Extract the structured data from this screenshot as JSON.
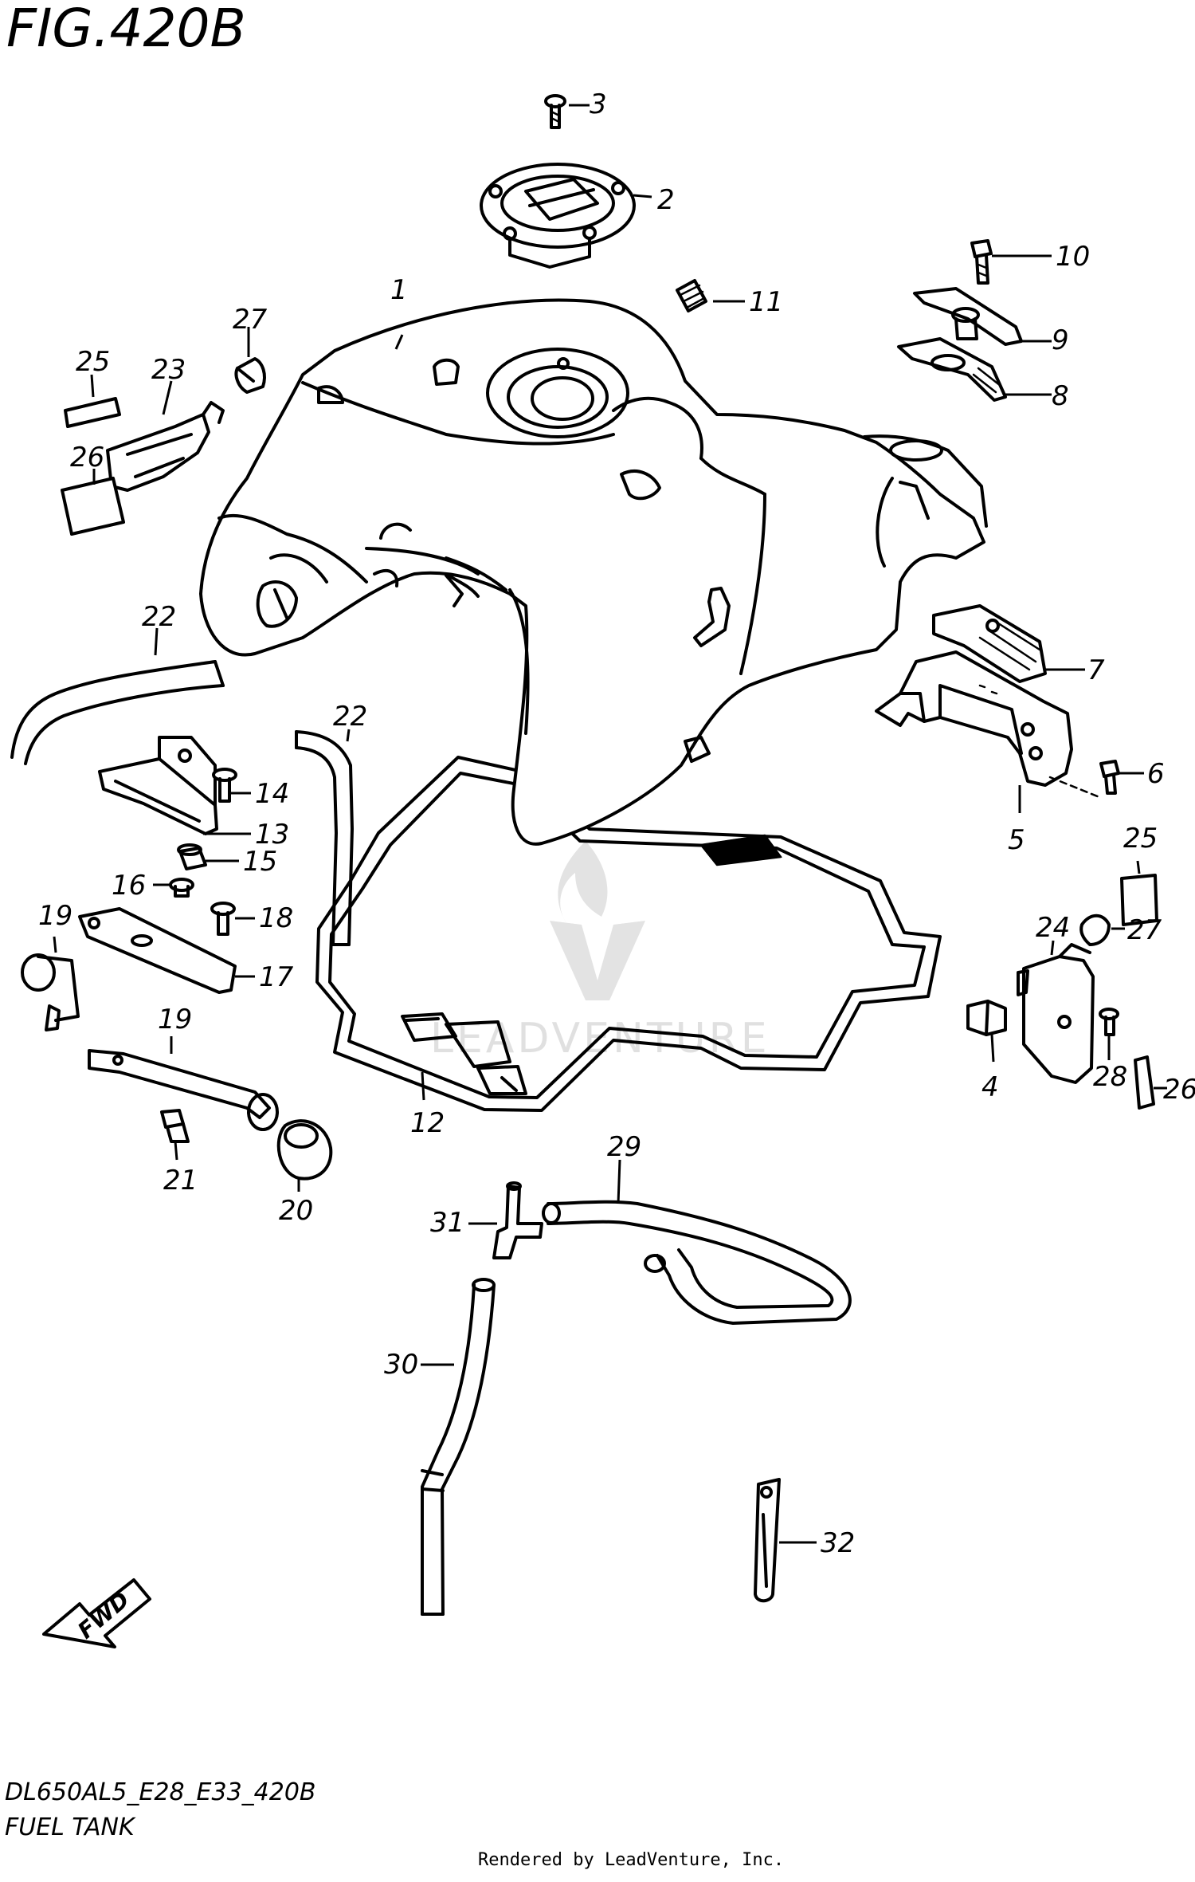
{
  "figure": {
    "title": "FIG.420B",
    "model_code": "DL650AL5_E28_E33_420B",
    "name": "FUEL TANK",
    "rendered_by": "Rendered by LeadVenture, Inc.",
    "watermark": "LEADVENTURE",
    "direction_label": "FWD"
  },
  "callouts": [
    "1",
    "2",
    "3",
    "4",
    "5",
    "6",
    "7",
    "8",
    "9",
    "10",
    "11",
    "12",
    "13",
    "14",
    "15",
    "16",
    "17",
    "18",
    "19",
    "19",
    "20",
    "21",
    "22",
    "22",
    "23",
    "24",
    "25",
    "25",
    "26",
    "26",
    "27",
    "27",
    "28",
    "29",
    "30",
    "31",
    "32"
  ]
}
